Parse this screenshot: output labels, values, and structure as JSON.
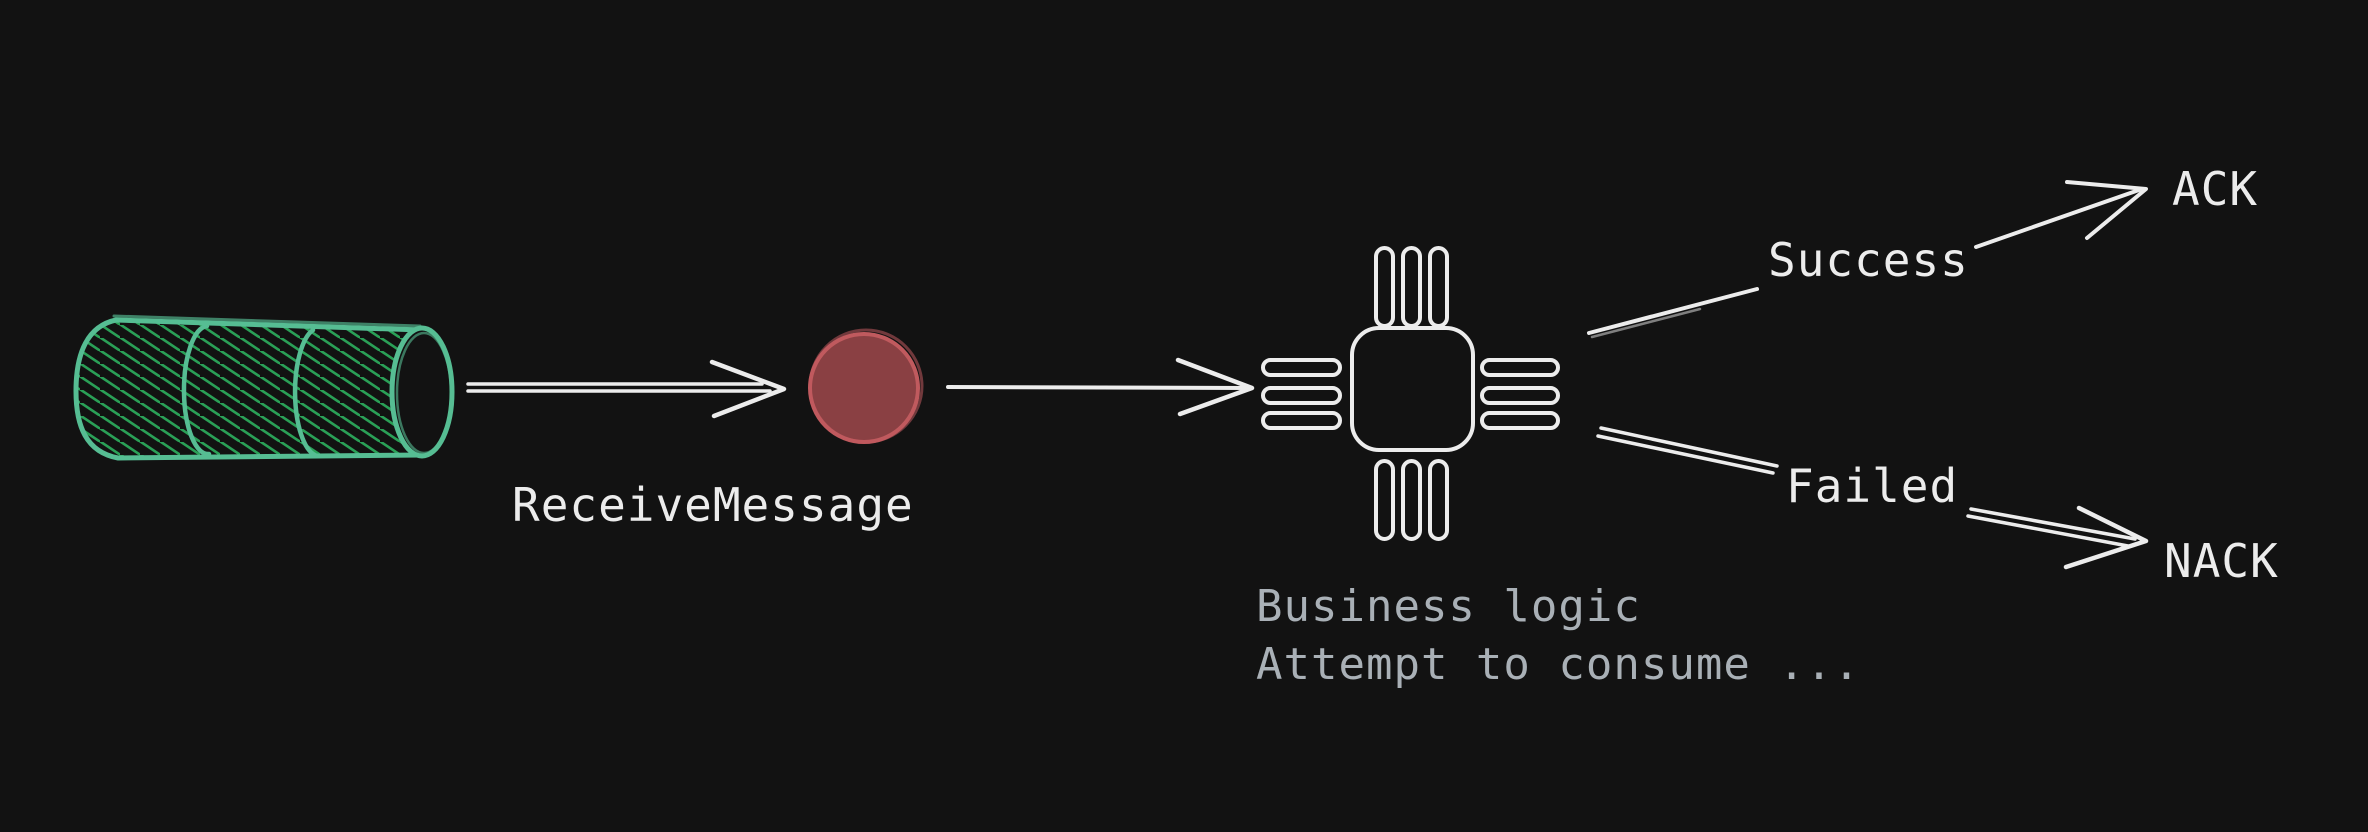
{
  "diagram": {
    "labels": {
      "receive_message": "ReceiveMessage",
      "business_logic_line1": "Business logic",
      "business_logic_line2": "Attempt to consume ...",
      "success": "Success",
      "ack": "ACK",
      "failed": "Failed",
      "nack": "NACK"
    },
    "icons": {
      "queue": "queue-cylinder-icon",
      "message": "message-dot-icon",
      "consumer": "chip-icon"
    },
    "colors": {
      "background": "#121212",
      "stroke_white": "#ececec",
      "muted_text": "#a9b0b6",
      "queue_green": "#56bd93",
      "queue_hatch_green": "#2aa057",
      "message_red_fill": "#8a4043",
      "message_red_stroke": "#c05a5e"
    }
  }
}
